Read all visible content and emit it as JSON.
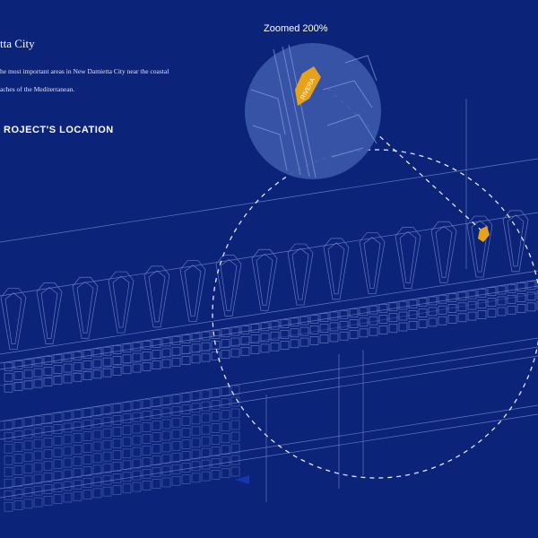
{
  "intro": {
    "title": "tta City",
    "description_lines": [
      "he most important areas in New Damietta City near the coastal",
      "aches of the Mediterranean."
    ]
  },
  "section_heading": "ROJECT'S LOCATION",
  "zoom_callout": {
    "label": "Zoomed 200%",
    "marker_label": "RIVERA"
  },
  "colors": {
    "background": "#0b2379",
    "marker": "#e8a21a",
    "lines": "#8fa3e0"
  }
}
